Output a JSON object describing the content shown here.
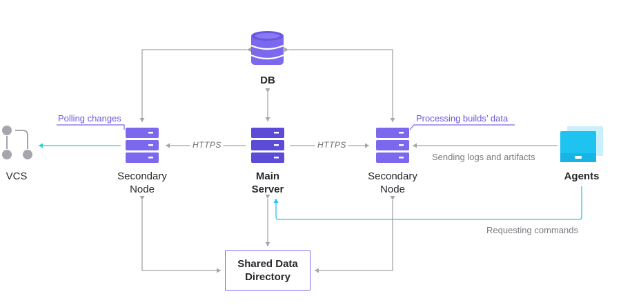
{
  "nodes": {
    "db": {
      "label": "DB"
    },
    "main_server": {
      "line1": "Main",
      "line2": "Server"
    },
    "secondary_left": {
      "line1": "Secondary",
      "line2": "Node"
    },
    "secondary_right": {
      "line1": "Secondary",
      "line2": "Node"
    },
    "vcs": {
      "label": "VCS"
    },
    "agents": {
      "label": "Agents"
    },
    "shared_data": {
      "line1": "Shared Data",
      "line2": "Directory"
    }
  },
  "edge_labels": {
    "https_left": "HTTPS",
    "https_right": "HTTPS",
    "polling_changes": "Polling changes",
    "processing_builds": "Processing builds’ data",
    "sending_logs": "Sending logs and artifacts",
    "requesting_commands": "Requesting commands"
  },
  "colors": {
    "primary": "#7b68ee",
    "primary_dark": "#5b4bd6",
    "teal": "#21d4c8",
    "cyan": "#1ec3f0",
    "grey": "#a5a5ab"
  }
}
